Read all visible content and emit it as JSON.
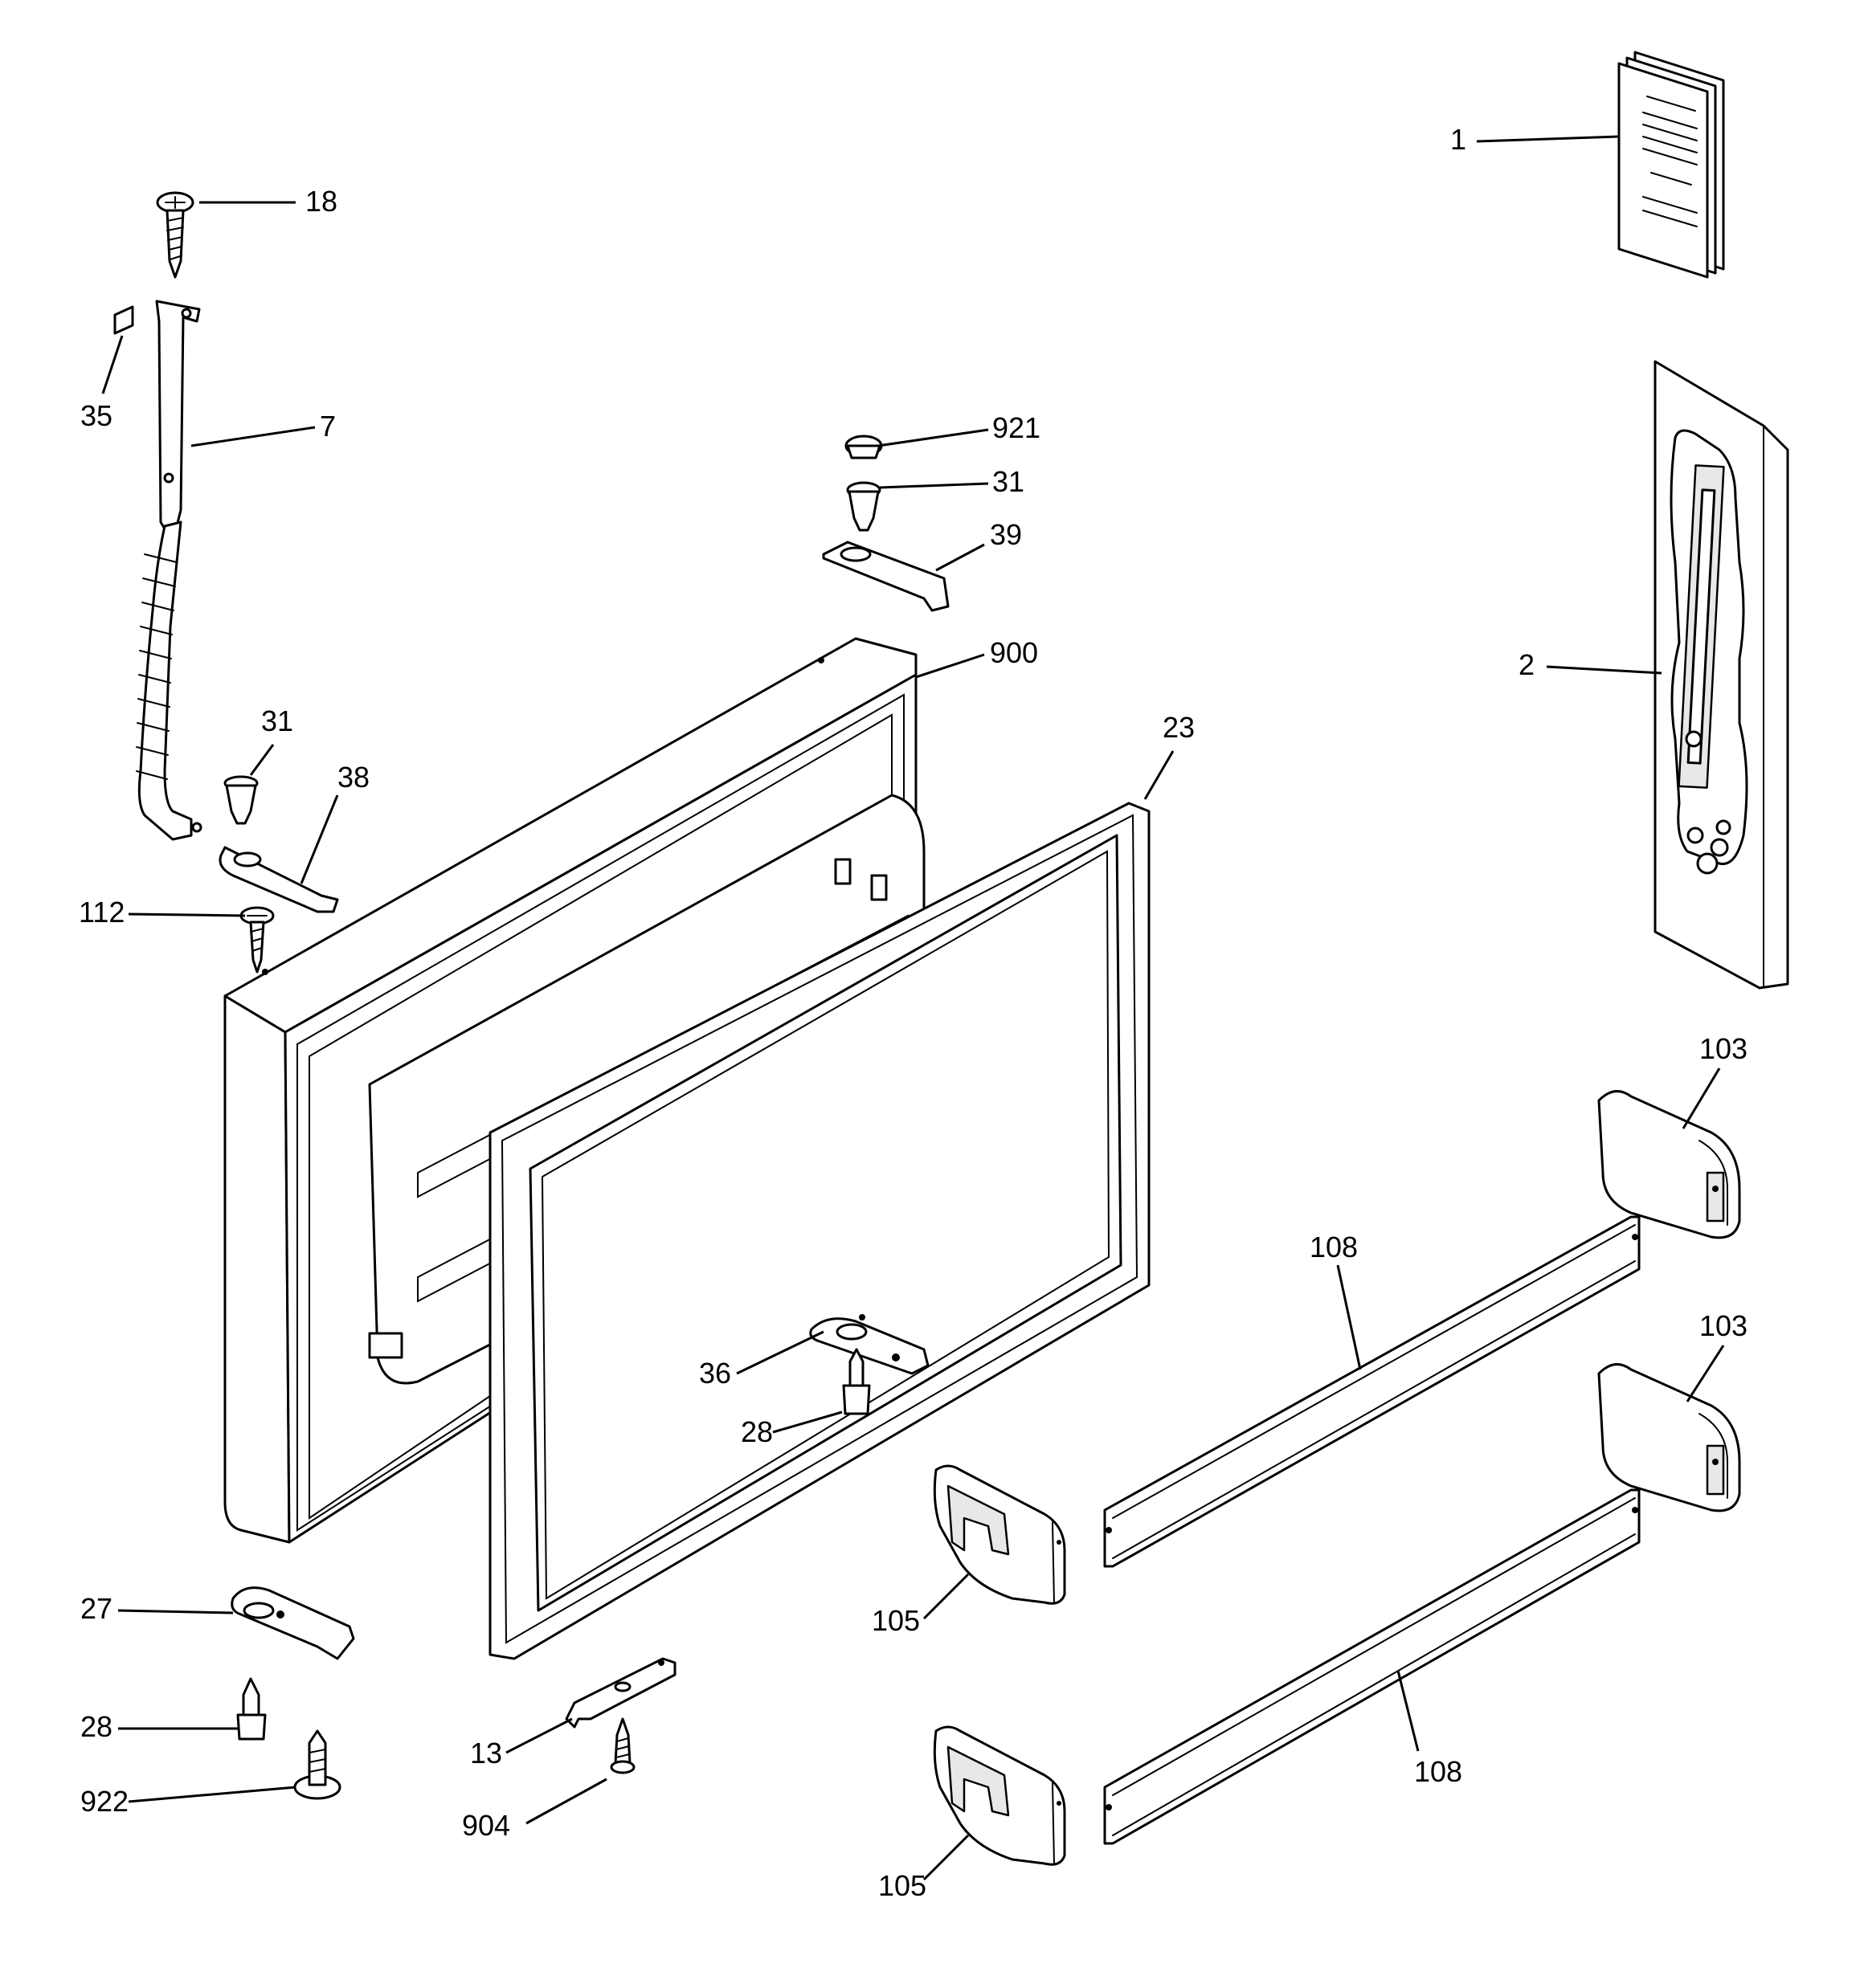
{
  "colors": {
    "line": "#000000",
    "background": "#ffffff",
    "shade": "#e8e8e8"
  },
  "callouts": {
    "c1": "1",
    "c2": "2",
    "c7": "7",
    "c13": "13",
    "c18": "18",
    "c23": "23",
    "c27": "27",
    "c28_left": "28",
    "c28_center": "28",
    "c31_top": "31",
    "c31_left": "31",
    "c35": "35",
    "c36": "36",
    "c38": "38",
    "c39": "39",
    "c103_upper": "103",
    "c103_lower": "103",
    "c105_upper": "105",
    "c105_lower": "105",
    "c108_upper": "108",
    "c108_lower": "108",
    "c112": "112",
    "c900": "900",
    "c904": "904",
    "c921": "921",
    "c922": "922"
  }
}
